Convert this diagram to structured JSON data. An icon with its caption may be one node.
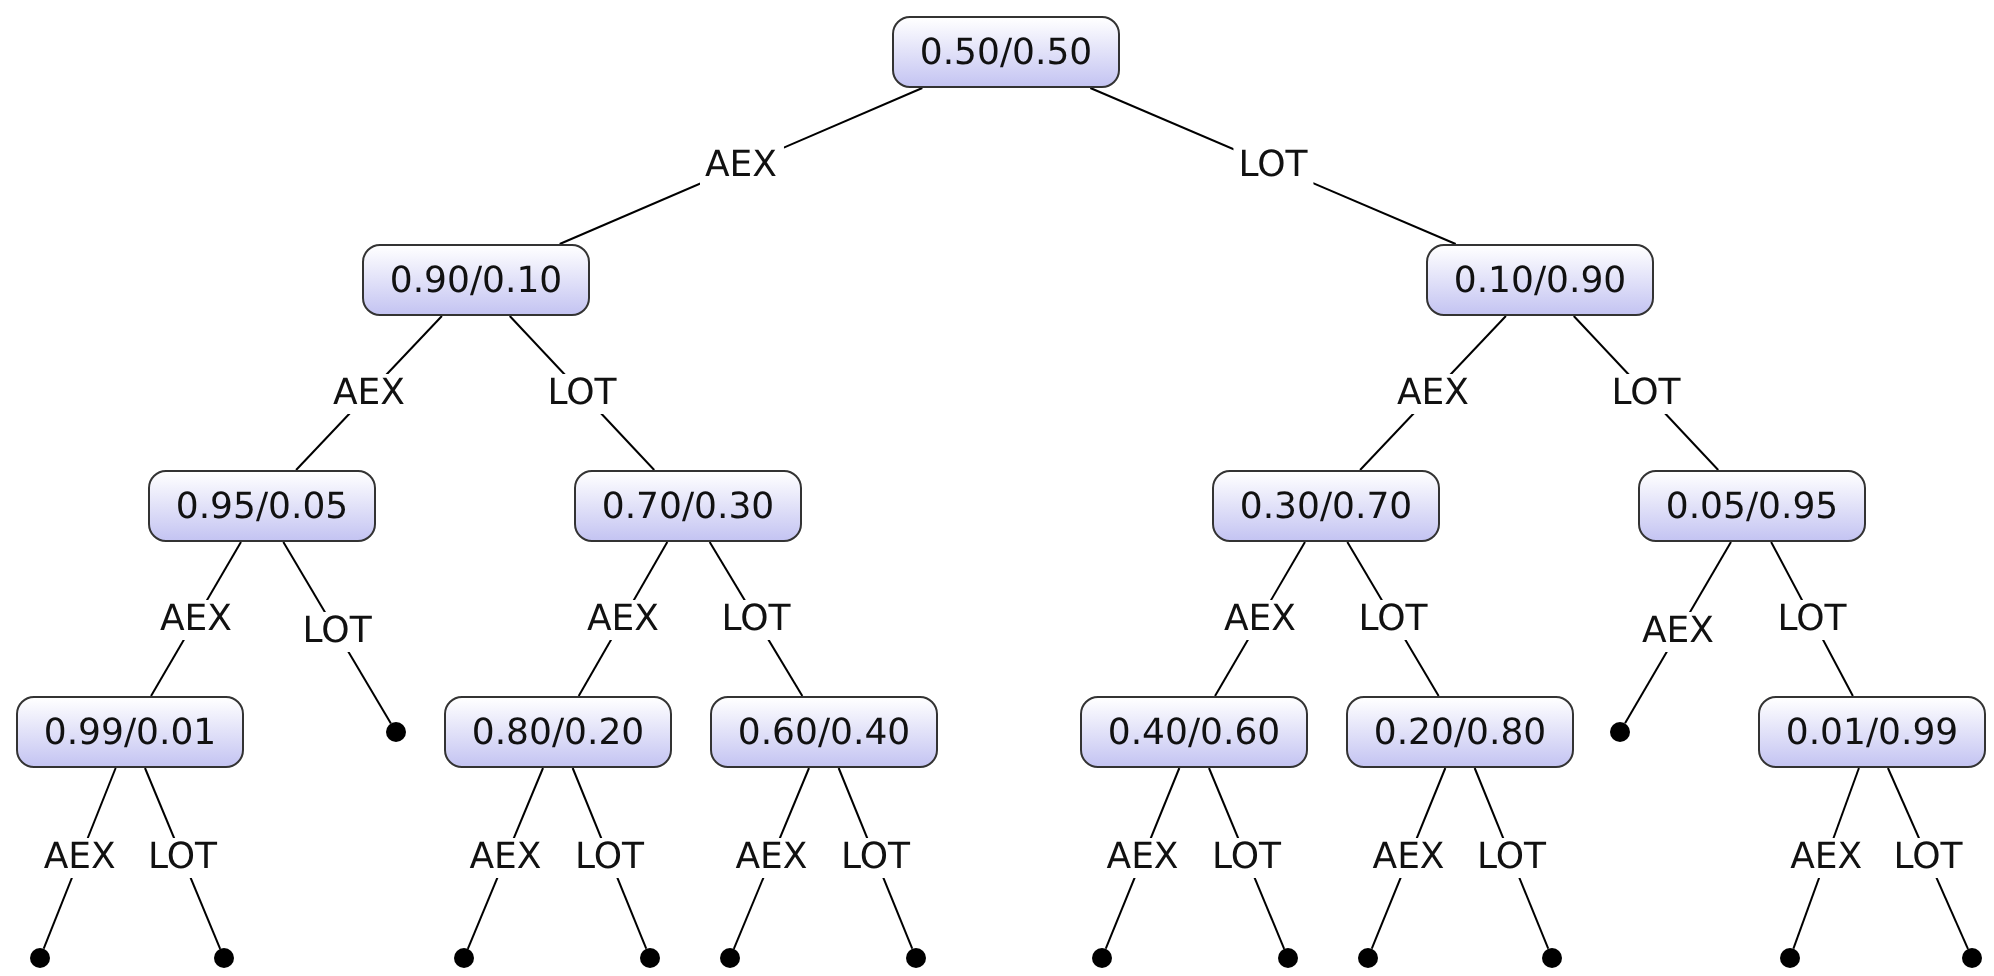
{
  "diagram": {
    "nodes": [
      {
        "text": [
          "0.50/0.50"
        ]
      },
      {
        "text": [
          "0.90/0.10"
        ]
      },
      {
        "text": [
          "0.10/0.90"
        ]
      },
      {
        "text": [
          "0.95/0.05"
        ]
      },
      {
        "text": [
          "0.70/0.30"
        ]
      },
      {
        "text": [
          "0.30/0.70"
        ]
      },
      {
        "text": [
          "0.05/0.95"
        ]
      },
      {
        "text": [
          "0.99/0.01"
        ]
      },
      {
        "text": [],
        "shape": "circle"
      },
      {
        "text": [
          "0.80/0.20"
        ]
      },
      {
        "text": [
          "0.60/0.40"
        ]
      },
      {
        "text": [
          "0.40/0.60"
        ]
      },
      {
        "text": [
          "0.20/0.80"
        ]
      },
      {
        "text": [],
        "shape": "circle"
      },
      {
        "text": [
          "0.01/0.99"
        ]
      },
      {
        "text": [],
        "shape": "circle"
      },
      {
        "text": [],
        "shape": "circle"
      },
      {
        "text": [],
        "shape": "circle"
      },
      {
        "text": [],
        "shape": "circle"
      },
      {
        "text": [],
        "shape": "circle"
      },
      {
        "text": [],
        "shape": "circle"
      },
      {
        "text": [],
        "shape": "circle"
      },
      {
        "text": [],
        "shape": "circle"
      },
      {
        "text": [],
        "shape": "circle"
      },
      {
        "text": [],
        "shape": "circle"
      },
      {
        "text": [],
        "shape": "circle"
      },
      {
        "text": [],
        "shape": "circle"
      }
    ],
    "edges": [
      {
        "from": 0,
        "to": 1,
        "arrow": "none",
        "label": "AEX"
      },
      {
        "from": 0,
        "to": 2,
        "arrow": "none",
        "label": "LOT"
      },
      {
        "from": 1,
        "to": 3,
        "arrow": "none",
        "label": "AEX"
      },
      {
        "from": 1,
        "to": 4,
        "arrow": "none",
        "label": "LOT"
      },
      {
        "from": 2,
        "to": 5,
        "arrow": "none",
        "label": "AEX"
      },
      {
        "from": 2,
        "to": 6,
        "arrow": "none",
        "label": "LOT"
      },
      {
        "from": 3,
        "to": 7,
        "arrow": "none",
        "label": "AEX"
      },
      {
        "from": 3,
        "to": 8,
        "arrow": "none",
        "label": "LOT"
      },
      {
        "from": 4,
        "to": 9,
        "arrow": "none",
        "label": "AEX"
      },
      {
        "from": 4,
        "to": 10,
        "arrow": "none",
        "label": "LOT"
      },
      {
        "from": 5,
        "to": 11,
        "arrow": "none",
        "label": "AEX"
      },
      {
        "from": 5,
        "to": 12,
        "arrow": "none",
        "label": "LOT"
      },
      {
        "from": 6,
        "to": 13,
        "arrow": "none",
        "label": "AEX"
      },
      {
        "from": 6,
        "to": 14,
        "arrow": "none",
        "label": "LOT"
      },
      {
        "from": 7,
        "to": 15,
        "arrow": "none",
        "label": "AEX"
      },
      {
        "from": 7,
        "to": 16,
        "arrow": "none",
        "label": "LOT"
      },
      {
        "from": 9,
        "to": 17,
        "arrow": "none",
        "label": "AEX"
      },
      {
        "from": 9,
        "to": 18,
        "arrow": "none",
        "label": "LOT"
      },
      {
        "from": 10,
        "to": 19,
        "arrow": "none",
        "label": "AEX"
      },
      {
        "from": 10,
        "to": 20,
        "arrow": "none",
        "label": "LOT"
      },
      {
        "from": 11,
        "to": 21,
        "arrow": "none",
        "label": "AEX"
      },
      {
        "from": 11,
        "to": 22,
        "arrow": "none",
        "label": "LOT"
      },
      {
        "from": 12,
        "to": 23,
        "arrow": "none",
        "label": "AEX"
      },
      {
        "from": 12,
        "to": 24,
        "arrow": "none",
        "label": "LOT"
      },
      {
        "from": 14,
        "to": 25,
        "arrow": "none",
        "label": "AEX"
      },
      {
        "from": 14,
        "to": 26,
        "arrow": "none",
        "label": "LOT"
      }
    ]
  }
}
